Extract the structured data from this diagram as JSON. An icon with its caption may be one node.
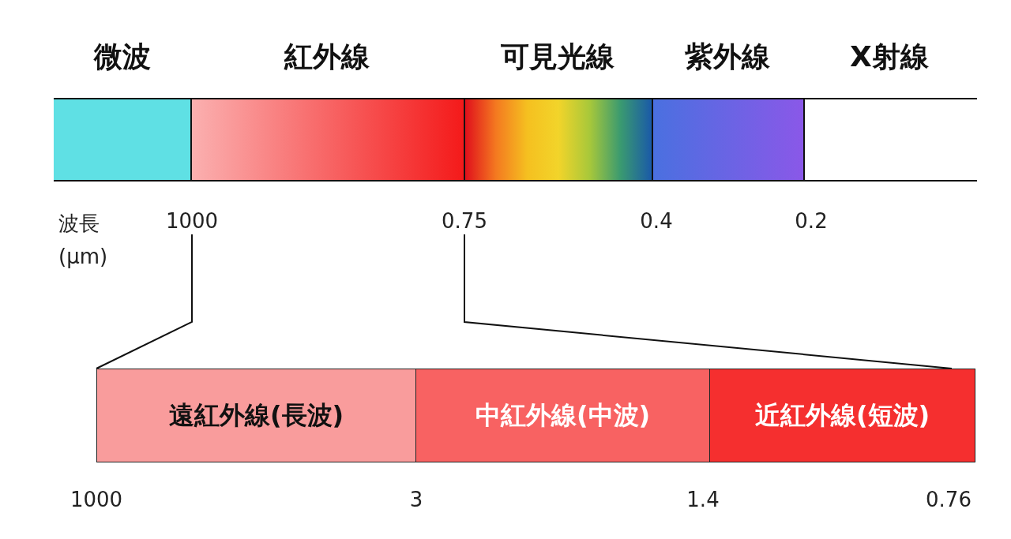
{
  "diagram": {
    "nodes": [
      {
        "text": [
          "微波"
        ]
      },
      {
        "text": [
          "紅外線"
        ]
      },
      {
        "text": [
          "可見光線"
        ]
      },
      {
        "text": [
          "紫外線"
        ]
      },
      {
        "text": [
          "X射線"
        ]
      },
      {
        "text": [
          "遠紅外線(長波)"
        ]
      },
      {
        "text": [
          "中紅外線(中波)"
        ]
      },
      {
        "text": [
          "近紅外線(短波)"
        ]
      },
      {
        "text": [
          "1000"
        ]
      },
      {
        "text": [
          "0.75"
        ]
      }
    ],
    "edges": [
      {
        "from": 8,
        "to": 5,
        "arrow": "none"
      },
      {
        "from": 9,
        "to": 7,
        "arrow": "none"
      }
    ],
    "labels": [
      "波長(µm)",
      "0.4",
      "0.2",
      "1000",
      "3",
      "1.4",
      "0.76"
    ]
  }
}
